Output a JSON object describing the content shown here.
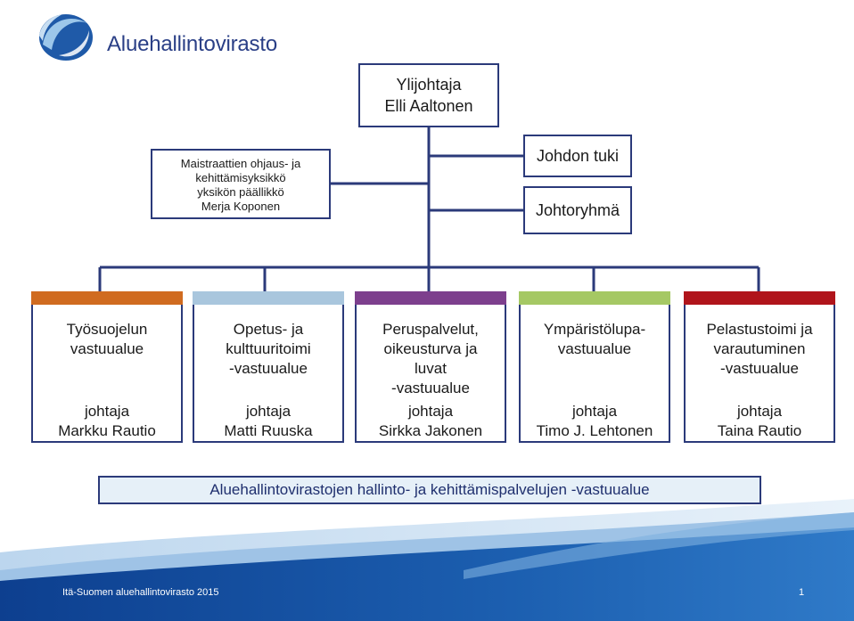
{
  "header": {
    "logo_text": "Aluehallintovirasto"
  },
  "colors": {
    "border": "#2b3a7a",
    "unit_bars": [
      "#d06b20",
      "#a9c6dd",
      "#7d3f8d",
      "#a5c864",
      "#b0141b"
    ]
  },
  "org": {
    "top": {
      "line1": "Ylijohtaja",
      "line2": "Elli Aaltonen"
    },
    "johdon_tuki": "Johdon tuki",
    "johtoryhma": "Johtoryhmä",
    "maistraatit": {
      "line1": "Maistraattien ohjaus- ja",
      "line2": "kehittämisyksikkö",
      "line3": "yksikön päällikkö",
      "line4": "Merja Koponen"
    },
    "units": [
      {
        "name": "Työsuojelun\nvastuualue",
        "manager": "johtaja\nMarkku Rautio"
      },
      {
        "name": "Opetus- ja\nkulttuuritoimi\n-vastuualue",
        "manager": "johtaja\nMatti Ruuska"
      },
      {
        "name": "Peruspalvelut,\noikeusturva ja\nluvat\n-vastuualue",
        "manager": "johtaja\nSirkka Jakonen"
      },
      {
        "name": "Ympäristölupa-\nvastuualue",
        "manager": "johtaja\nTimo J. Lehtonen"
      },
      {
        "name": "Pelastustoimi ja\nvarautuminen\n-vastuualue",
        "manager": "johtaja\nTaina Rautio"
      }
    ],
    "bottom_unit": "Aluehallintovirastojen hallinto- ja kehittämispalvelujen -vastuualue"
  },
  "footer": {
    "text": "Itä-Suomen aluehallintovirasto 2015",
    "page": "1"
  }
}
